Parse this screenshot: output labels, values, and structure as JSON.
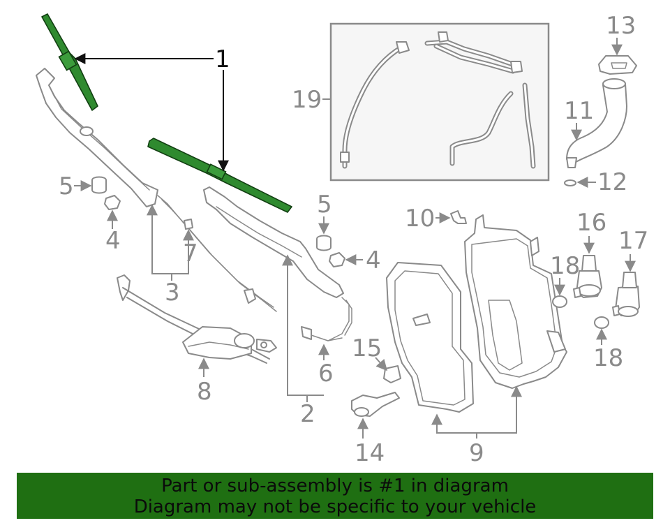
{
  "banner": {
    "line1": "Part or sub-assembly is #1 in diagram",
    "line2": "Diagram may not be specific to your vehicle",
    "background_color": "#1f6f12"
  },
  "highlight": {
    "color": "#2f8a2f",
    "label": "1"
  },
  "callouts": {
    "c1": "1",
    "c2": "2",
    "c3": "3",
    "c4a": "4",
    "c4b": "4",
    "c5a": "5",
    "c5b": "5",
    "c6": "6",
    "c7": "7",
    "c8": "8",
    "c9": "9",
    "c10": "10",
    "c11": "11",
    "c12": "12",
    "c13": "13",
    "c14": "14",
    "c15": "15",
    "c16": "16",
    "c17": "17",
    "c18a": "18",
    "c18b": "18",
    "c19": "19"
  }
}
